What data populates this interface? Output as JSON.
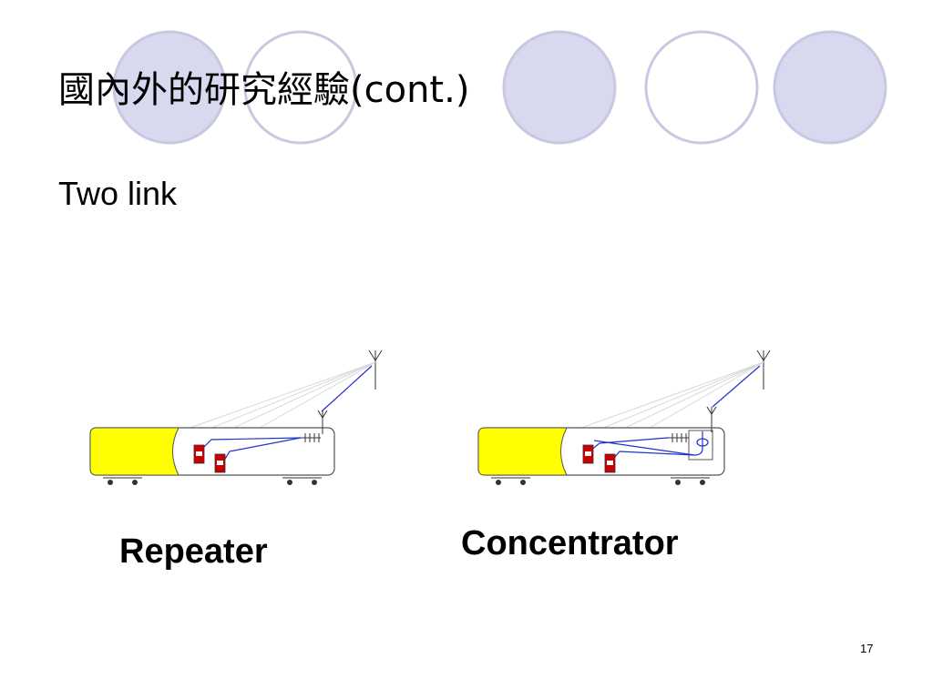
{
  "slide": {
    "title": "國內外的研究經驗(cont.)",
    "subtitle": "Two link",
    "page_number": "17"
  },
  "decoration": {
    "circles": [
      {
        "filled": true
      },
      {
        "filled": false
      },
      {
        "filled": true
      },
      {
        "filled": false
      },
      {
        "filled": true
      }
    ],
    "fill_color": "#d8d8ee",
    "stroke_color": "#c8c8e2"
  },
  "diagram": {
    "vehicle_front_color": "#ffff00",
    "vehicle_body_color": "#ffffff",
    "outline_color": "#555555",
    "link_color": "#2233cc",
    "device_color": "#cc0000",
    "items": [
      {
        "label": "Repeater"
      },
      {
        "label": "Concentrator"
      }
    ]
  }
}
